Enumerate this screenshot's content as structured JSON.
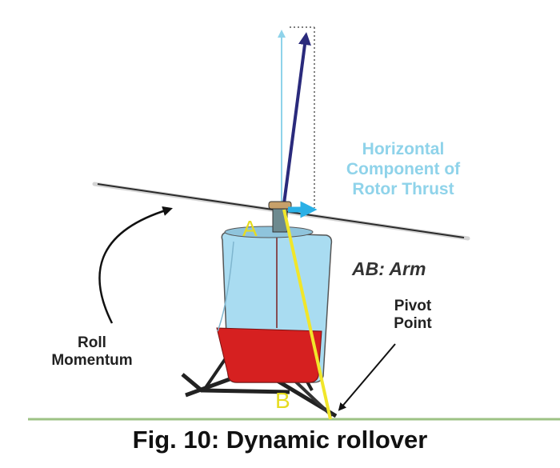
{
  "figure": {
    "caption": "Fig. 10: Dynamic rollover",
    "labels": {
      "horizontal_component": [
        "Horizontal",
        "Component of",
        "Rotor Thrust"
      ],
      "arm": "AB: Arm",
      "pivot_point": [
        "Pivot",
        "Point"
      ],
      "roll_momentum": [
        "Roll",
        "Momentum"
      ],
      "point_a": "A",
      "point_b": "B"
    },
    "colors": {
      "thrust_arrow": "#2a2a7c",
      "vertical_component": "#8fd3ea",
      "horizontal_component": "#2ab0e6",
      "arm_line": "#f1e62a",
      "cabin": "#a9dcf1",
      "lower_body": "#d62020",
      "ground": "#9dc285"
    }
  }
}
